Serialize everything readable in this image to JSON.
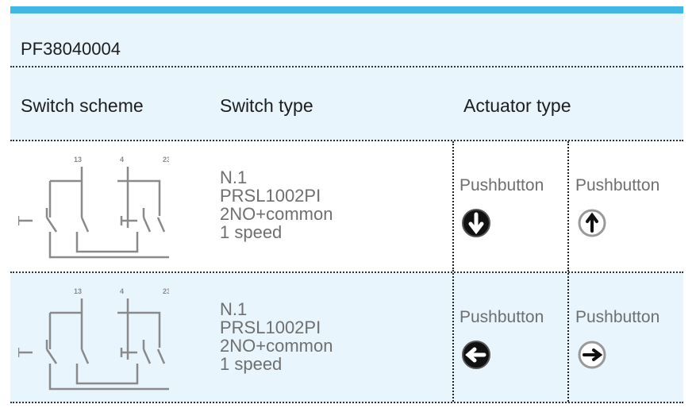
{
  "product_code": "PF38040004",
  "headers": {
    "scheme": "Switch scheme",
    "type": "Switch type",
    "actuator": "Actuator type"
  },
  "scheme_labels": {
    "t1": "13",
    "t2": "4",
    "t3": "23"
  },
  "rows": [
    {
      "type_lines": [
        "N.1",
        "PRSL1002PI",
        "2NO+common",
        "1 speed"
      ],
      "actuators": [
        {
          "label": "Pushbutton",
          "icon": "arrow-down-black-icon"
        },
        {
          "label": "Pushbutton",
          "icon": "arrow-up-white-icon"
        }
      ]
    },
    {
      "type_lines": [
        "N.1",
        "PRSL1002PI",
        "2NO+common",
        "1 speed"
      ],
      "actuators": [
        {
          "label": "Pushbutton",
          "icon": "arrow-left-black-icon"
        },
        {
          "label": "Pushbutton",
          "icon": "arrow-right-white-icon"
        }
      ]
    }
  ],
  "colors": {
    "accent": "#3fb8e6",
    "row_tint": "#e8f5fc",
    "text_dark": "#1e1e1e",
    "text_muted": "#6f6f6f"
  }
}
